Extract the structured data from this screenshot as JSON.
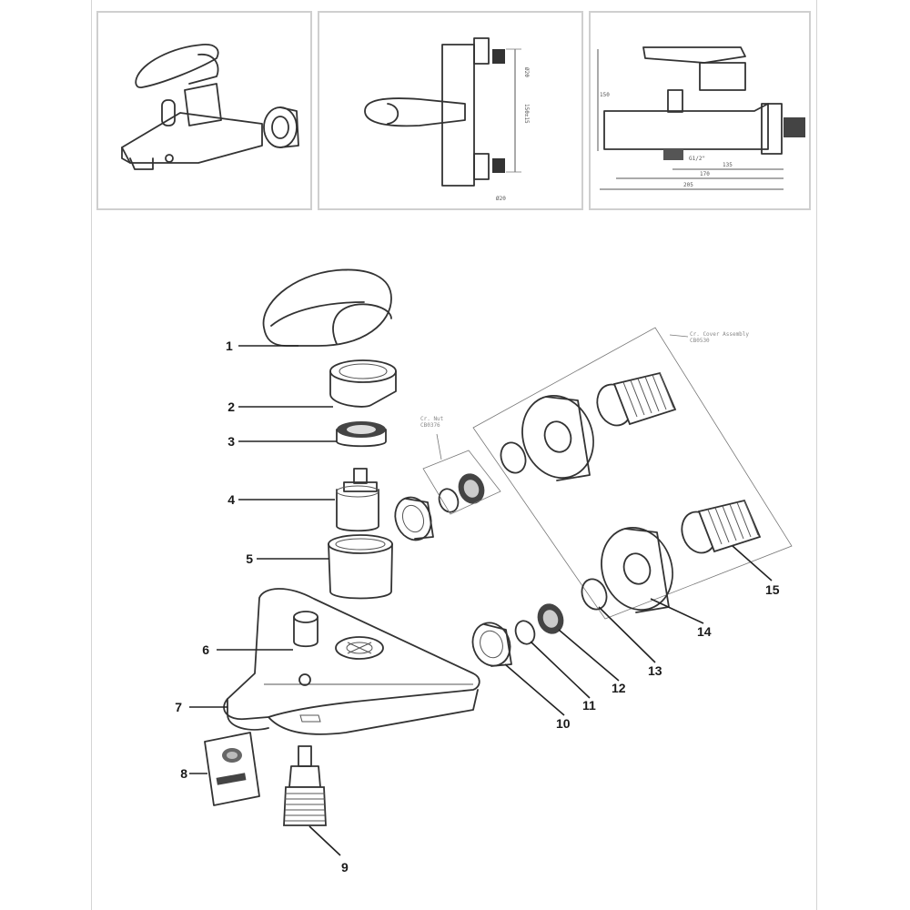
{
  "top_views": {
    "front": {
      "dims": {
        "top_gap": "Ø20",
        "center": "150±15",
        "bottom_gap": "Ø20"
      }
    },
    "side": {
      "dims": {
        "height": "150",
        "thread": "G1/2\"",
        "d1": "135",
        "d2": "170",
        "d3": "205"
      }
    }
  },
  "exploded": {
    "parts": [
      {
        "no": "1"
      },
      {
        "no": "2"
      },
      {
        "no": "3"
      },
      {
        "no": "4"
      },
      {
        "no": "5"
      },
      {
        "no": "6"
      },
      {
        "no": "7"
      },
      {
        "no": "8"
      },
      {
        "no": "9"
      },
      {
        "no": "10"
      },
      {
        "no": "11"
      },
      {
        "no": "12"
      },
      {
        "no": "13"
      },
      {
        "no": "14"
      },
      {
        "no": "15"
      }
    ],
    "notes": {
      "inner_box": "Cr. Nut\nCB0376",
      "outer_box": "Cr. Cover Assembly\nCB0530"
    }
  }
}
